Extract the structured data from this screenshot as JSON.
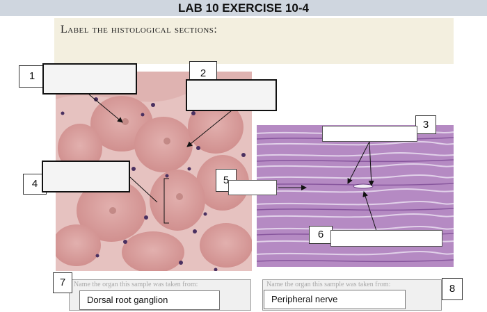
{
  "header": {
    "title": "LAB 10 EXERCISE 10-4"
  },
  "instructions": {
    "text": "Label the histological sections:"
  },
  "labels": [
    {
      "number": "1",
      "value": ""
    },
    {
      "number": "2",
      "value": ""
    },
    {
      "number": "3",
      "value": ""
    },
    {
      "number": "4",
      "value": ""
    },
    {
      "number": "5",
      "value": ""
    },
    {
      "number": "6",
      "value": ""
    }
  ],
  "organs": [
    {
      "number": "7",
      "prompt": "Name the organ this sample was taken from:",
      "answer": "Dorsal root ganglion"
    },
    {
      "number": "8",
      "prompt": "Name the organ this sample was taken from:",
      "answer": "Peripheral nerve"
    }
  ],
  "colors": {
    "ganglion_stain": "#d79a98",
    "nerve_stain": "#a775b5"
  }
}
